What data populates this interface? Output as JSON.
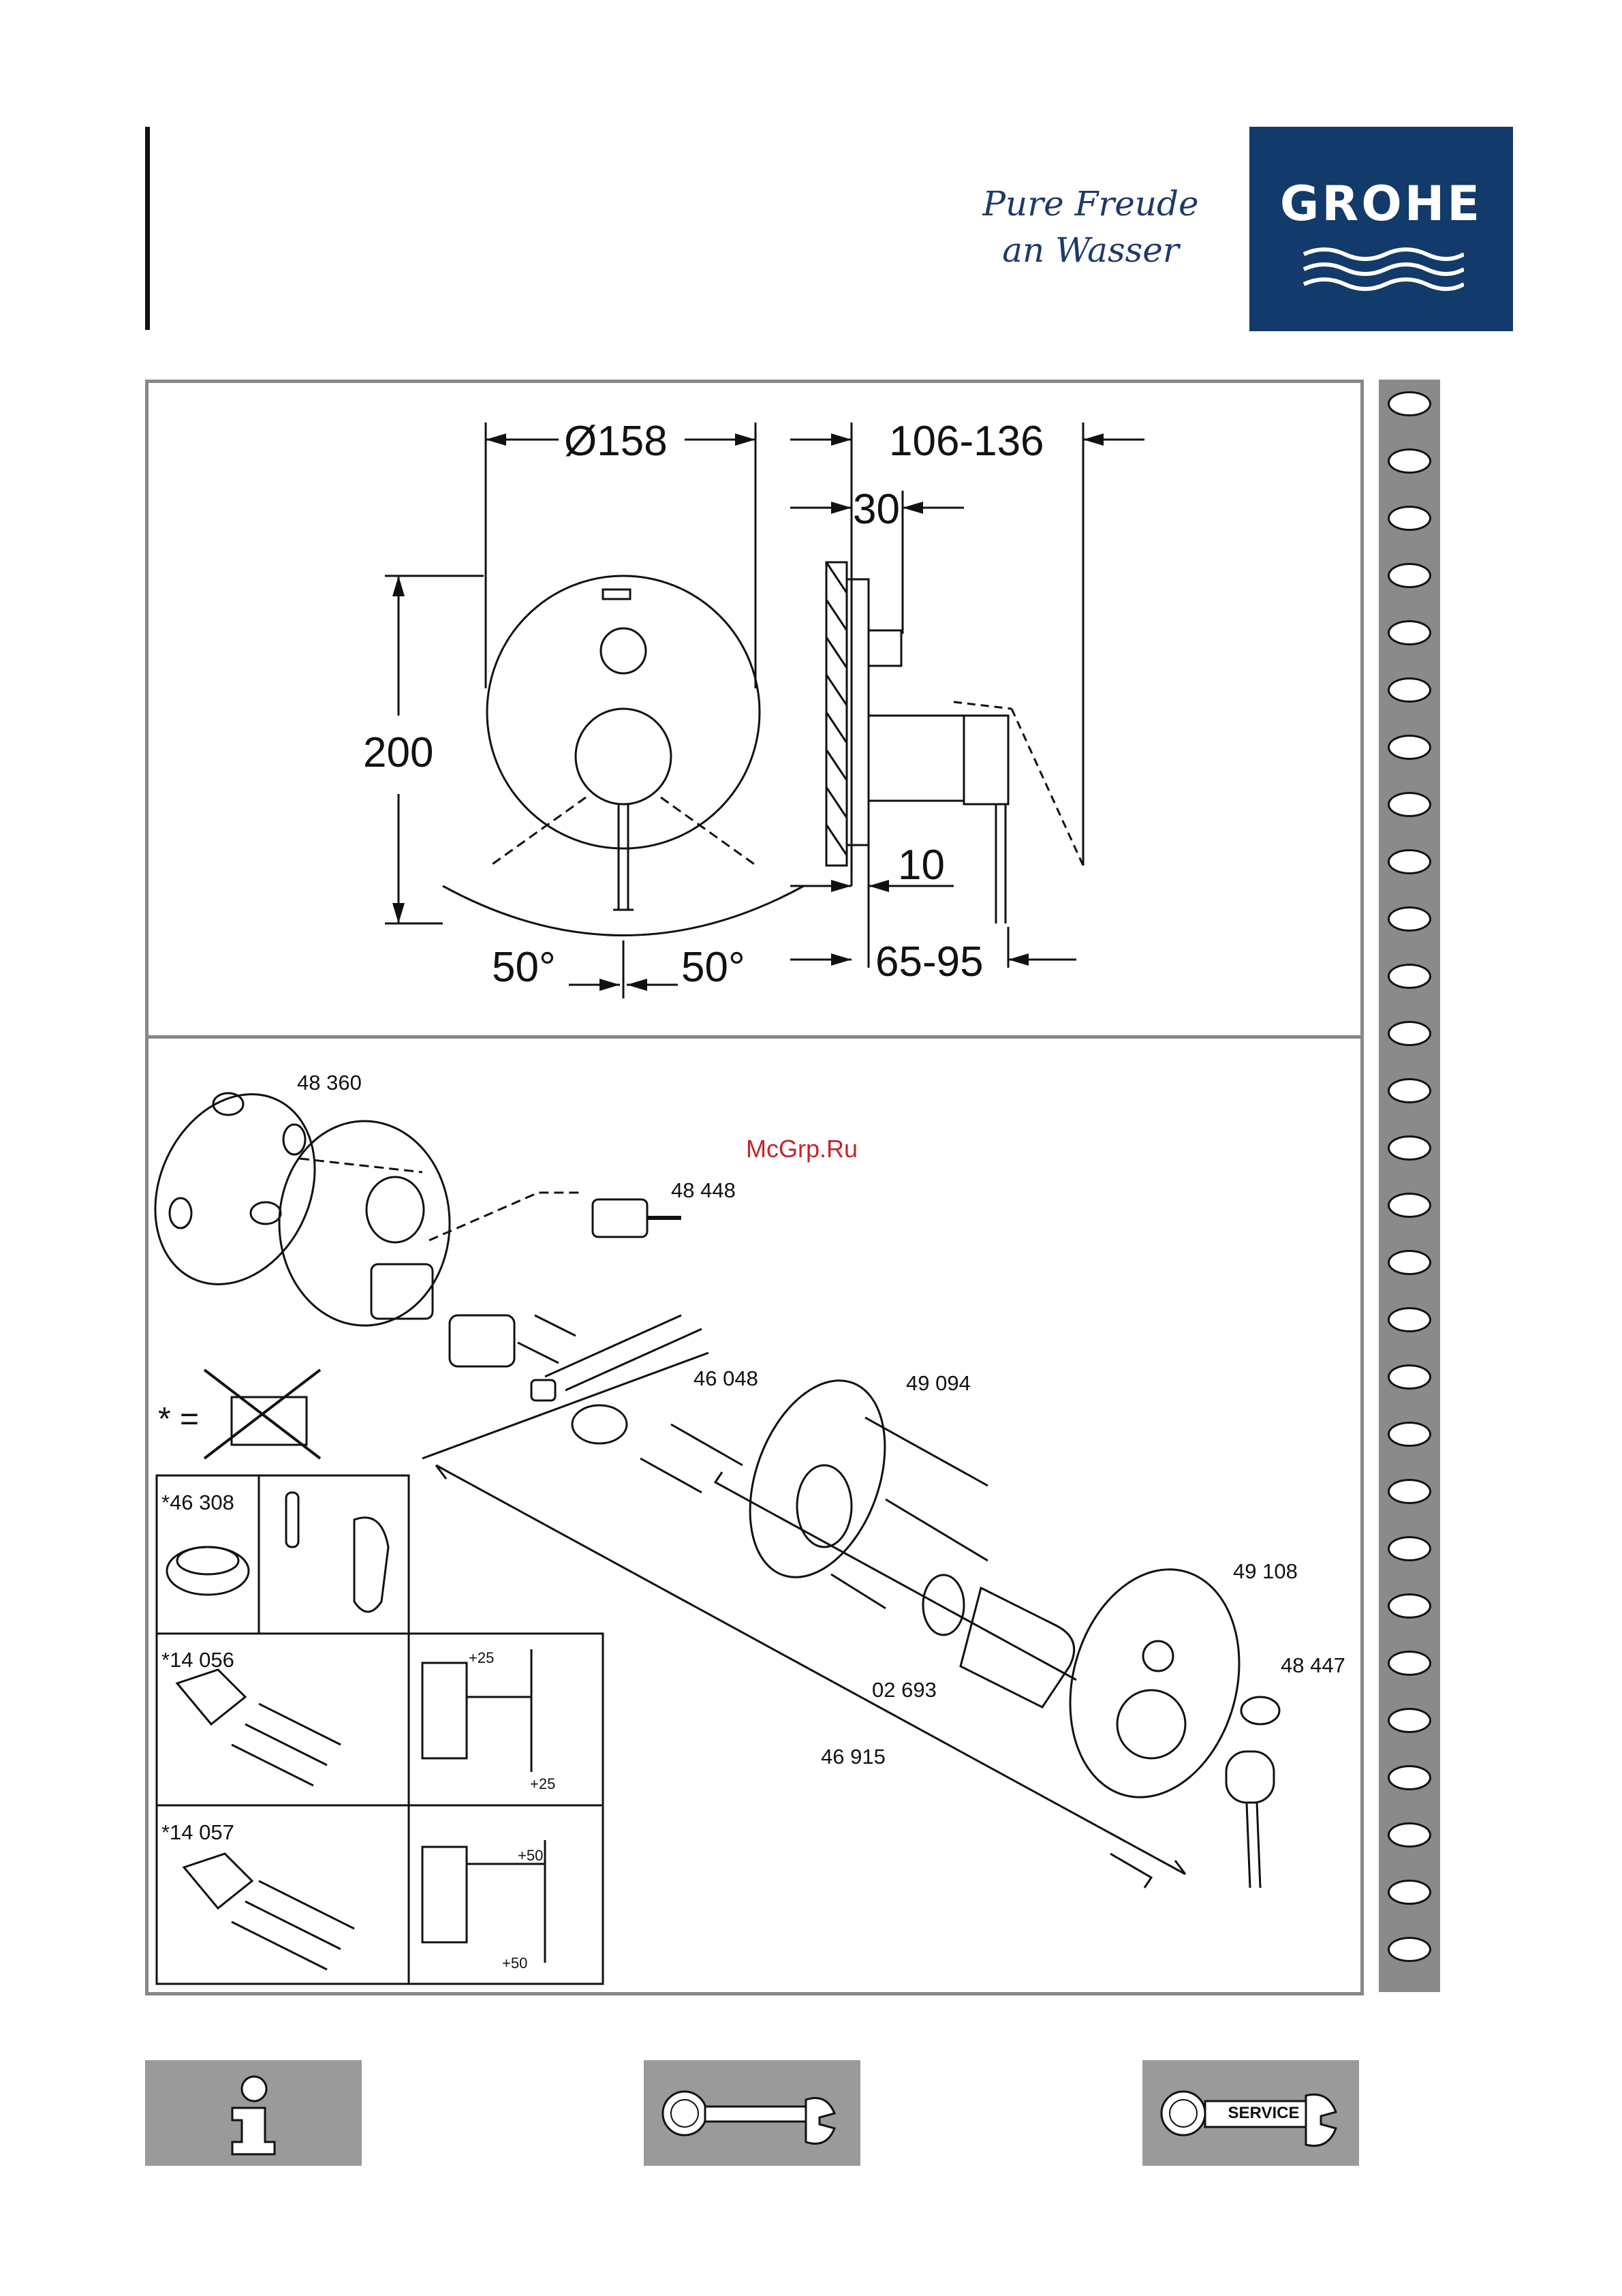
{
  "header": {
    "tagline_line1": "Pure Freude",
    "tagline_line2": "an Wasser",
    "logo_text": "GROHE"
  },
  "dimensions": {
    "diameter": "Ø158",
    "depth_range": "106-136",
    "offset_30": "30",
    "height": "200",
    "offset_10": "10",
    "angle_left": "50°",
    "angle_right": "50°",
    "depth_lower": "65-95"
  },
  "parts": {
    "p48360": "48 360",
    "p48448": "48 448",
    "p46048": "46 048",
    "p49094": "49 094",
    "p49108": "49 108",
    "p48447": "48 447",
    "p02693": "02 693",
    "p46915": "46 915"
  },
  "accessories": {
    "star_eq": "* =",
    "a46308": "*46 308",
    "a14056": "*14 056",
    "a14057": "*14 057",
    "plus25_top": "+25",
    "plus25_bottom": "+25",
    "plus50_top": "+50",
    "plus50_bottom": "+50"
  },
  "watermark": "McGrp.Ru",
  "footer": {
    "service_label": "SERVICE",
    "icons": [
      "info-icon",
      "wrench-icon",
      "service-wrench-icon"
    ]
  },
  "colors": {
    "brand": "#123a6b",
    "panel_border": "#888888",
    "button_gray": "#9a9a9a",
    "watermark": "#c0262c"
  }
}
